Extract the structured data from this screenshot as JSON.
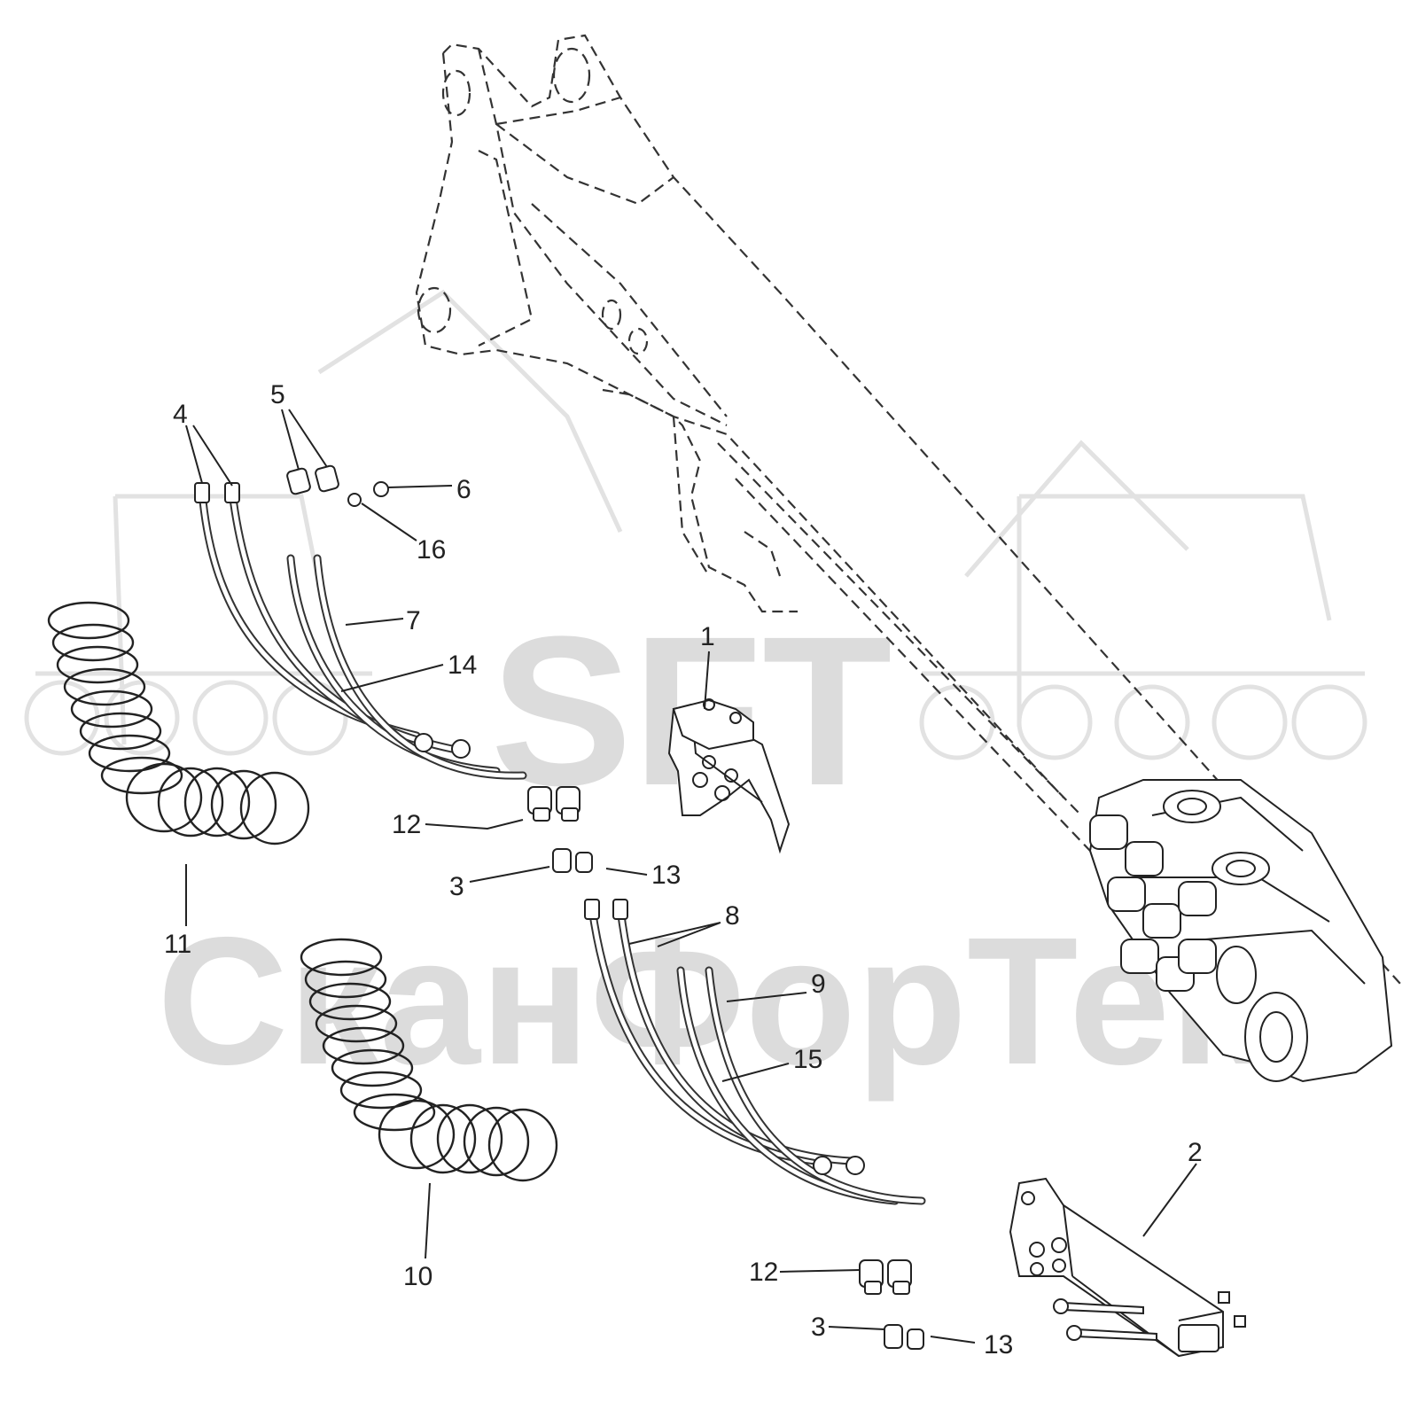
{
  "watermark": {
    "logo_text": "SFT",
    "company_text": "СканФорТек"
  },
  "callouts": [
    {
      "id": "1",
      "text": "1"
    },
    {
      "id": "2",
      "text": "2"
    },
    {
      "id": "3a",
      "text": "3"
    },
    {
      "id": "3b",
      "text": "3"
    },
    {
      "id": "4",
      "text": "4"
    },
    {
      "id": "5",
      "text": "5"
    },
    {
      "id": "6",
      "text": "6"
    },
    {
      "id": "7",
      "text": "7"
    },
    {
      "id": "8",
      "text": "8"
    },
    {
      "id": "9",
      "text": "9"
    },
    {
      "id": "10",
      "text": "10"
    },
    {
      "id": "11",
      "text": "11"
    },
    {
      "id": "12a",
      "text": "12"
    },
    {
      "id": "12b",
      "text": "12"
    },
    {
      "id": "13a",
      "text": "13"
    },
    {
      "id": "13b",
      "text": "13"
    },
    {
      "id": "14",
      "text": "14"
    },
    {
      "id": "15",
      "text": "15"
    },
    {
      "id": "16",
      "text": "16"
    }
  ],
  "colors": {
    "line": "#222222",
    "watermark": "#dcdcdc",
    "background": "#ffffff"
  }
}
